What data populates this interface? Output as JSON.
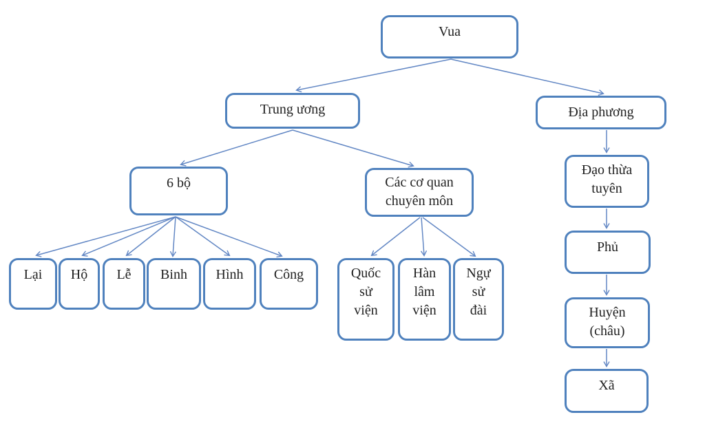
{
  "diagram": {
    "type": "flowchart",
    "description": "Hierarchy chart of a state administrative apparatus, from the king down to central and local government levels",
    "colors": {
      "background": "#ffffff",
      "box_border": "#4f81bd",
      "arrow": "#6287c4",
      "text": "#1f1f1f"
    },
    "nodes": {
      "vua": {
        "label": "Vua"
      },
      "trung_uong": {
        "label": "Trung ương"
      },
      "dia_phuong": {
        "label": "Địa phương"
      },
      "sau_bo": {
        "label": "6 bộ"
      },
      "cac_co_quan": {
        "label": "Các cơ quan\nchuyên môn"
      },
      "lai": {
        "label": "Lại"
      },
      "ho": {
        "label": "Hộ"
      },
      "le": {
        "label": "Lễ"
      },
      "binh": {
        "label": "Binh"
      },
      "hinh": {
        "label": "Hình"
      },
      "cong": {
        "label": "Công"
      },
      "quoc_su_vien": {
        "label": "Quốc\nsử\nviện"
      },
      "han_lam_vien": {
        "label": "Hàn\nlâm\nviện"
      },
      "ngu_su_dai": {
        "label": "Ngự\nsử\nđài"
      },
      "dao_thua_tuyen": {
        "label": "Đạo thừa\ntuyên"
      },
      "phu": {
        "label": "Phủ"
      },
      "huyen_chau": {
        "label": "Huyện\n(châu)"
      },
      "xa": {
        "label": "Xã"
      }
    },
    "edges": [
      {
        "from": "vua",
        "to": "trung_uong"
      },
      {
        "from": "vua",
        "to": "dia_phuong"
      },
      {
        "from": "trung_uong",
        "to": "sau_bo"
      },
      {
        "from": "trung_uong",
        "to": "cac_co_quan"
      },
      {
        "from": "sau_bo",
        "to": "lai"
      },
      {
        "from": "sau_bo",
        "to": "ho"
      },
      {
        "from": "sau_bo",
        "to": "le"
      },
      {
        "from": "sau_bo",
        "to": "binh"
      },
      {
        "from": "sau_bo",
        "to": "hinh"
      },
      {
        "from": "sau_bo",
        "to": "cong"
      },
      {
        "from": "cac_co_quan",
        "to": "quoc_su_vien"
      },
      {
        "from": "cac_co_quan",
        "to": "han_lam_vien"
      },
      {
        "from": "cac_co_quan",
        "to": "ngu_su_dai"
      },
      {
        "from": "dia_phuong",
        "to": "dao_thua_tuyen"
      },
      {
        "from": "dao_thua_tuyen",
        "to": "phu"
      },
      {
        "from": "phu",
        "to": "huyen_chau"
      },
      {
        "from": "huyen_chau",
        "to": "xa"
      }
    ]
  }
}
